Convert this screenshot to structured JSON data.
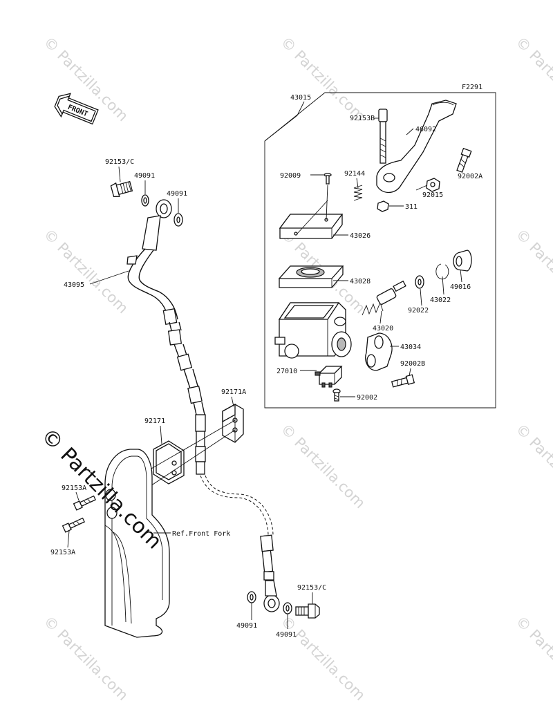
{
  "diagram_code": "F2291",
  "front_label": "FRONT",
  "watermark_small": "© Partzilla.com",
  "watermark_main": "© Partzilla.com",
  "labels": {
    "p43015": "43015",
    "p92153B": "92153B",
    "p46092": "46092",
    "p92002A": "92002A",
    "p92009": "92009",
    "p92144": "92144",
    "p92015": "92015",
    "p311": "311",
    "p43026": "43026",
    "p43028": "43028",
    "p49016": "49016",
    "p43022": "43022",
    "p92022": "92022",
    "p43020": "43020",
    "p43034": "43034",
    "p92002B": "92002B",
    "p27010": "27010",
    "p92002": "92002",
    "p92153C_top": "92153/C",
    "p49091_a": "49091",
    "p49091_b": "49091",
    "p43095": "43095",
    "p92171A": "92171A",
    "p92171": "92171",
    "p92153A_a": "92153A",
    "p92153A_b": "92153A",
    "ref_front_fork": "Ref.Front Fork",
    "p92153C_bottom": "92153/C",
    "p49091_c": "49091",
    "p49091_d": "49091"
  }
}
